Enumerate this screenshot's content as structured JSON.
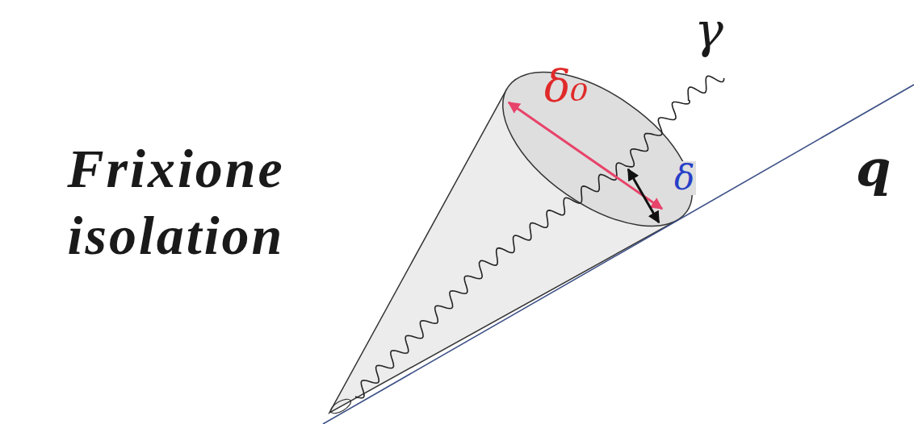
{
  "diagram": {
    "title": "Frixione isolation",
    "labels": [
      "δ₀",
      "δ",
      "γ",
      "q"
    ]
  }
}
